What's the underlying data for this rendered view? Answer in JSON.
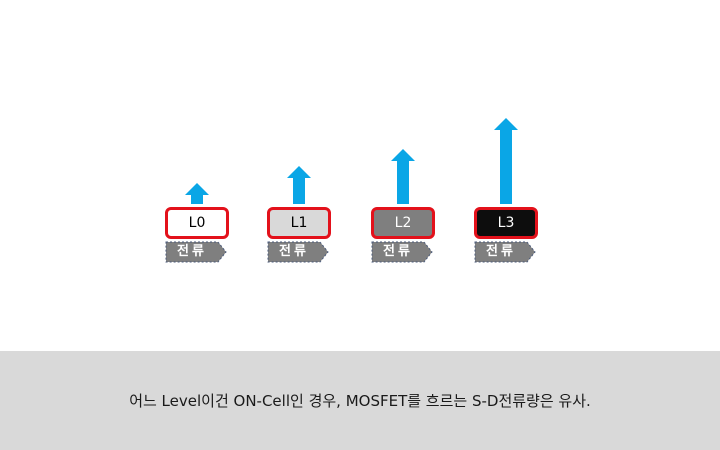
{
  "levels": [
    {
      "label": "L0",
      "fill": "#ffffff",
      "text_color": "#000000",
      "current_tag": "전류"
    },
    {
      "label": "L1",
      "fill": "#d9d9d9",
      "text_color": "#000000",
      "current_tag": "전류"
    },
    {
      "label": "L2",
      "fill": "#7f7f7f",
      "text_color": "#ffffff",
      "current_tag": "전류"
    },
    {
      "label": "L3",
      "fill": "#0d0d0d",
      "text_color": "#ffffff",
      "current_tag": "전류"
    }
  ],
  "colors": {
    "arrow": "#0aa6e6",
    "box_border": "#e3111b",
    "tag_fill": "#7f7f7f",
    "band": "#d9d9d9"
  },
  "caption": "어느 Level이건 ON-Cell인 경우, MOSFET를 흐르는 S-D전류량은 유사."
}
